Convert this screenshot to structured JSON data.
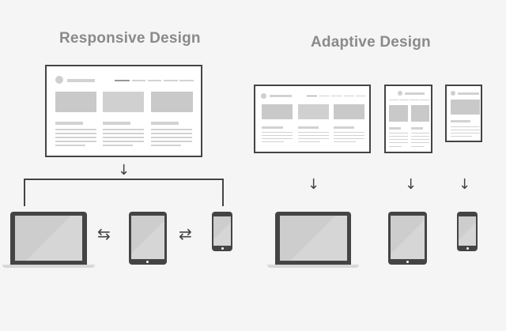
{
  "titles": {
    "responsive": "Responsive Design",
    "adaptive": "Adaptive Design"
  },
  "icons": {
    "arrow_down": "↓",
    "swap_left_right": "⇆",
    "swap_right_left": "⇄"
  },
  "colors": {
    "background": "#f5f5f5",
    "device_body": "#444444",
    "device_screen": "#cdcdcd",
    "wireframe_block": "#c9c9c9",
    "title_text": "#8a8a8a"
  },
  "responsive": {
    "layout": "single fluid layout",
    "devices": [
      "laptop",
      "tablet",
      "phone"
    ]
  },
  "adaptive": {
    "layouts": [
      "desktop layout (3 columns)",
      "tablet layout (2 columns)",
      "phone layout (1 column)"
    ],
    "devices": [
      "laptop",
      "tablet",
      "phone"
    ]
  }
}
